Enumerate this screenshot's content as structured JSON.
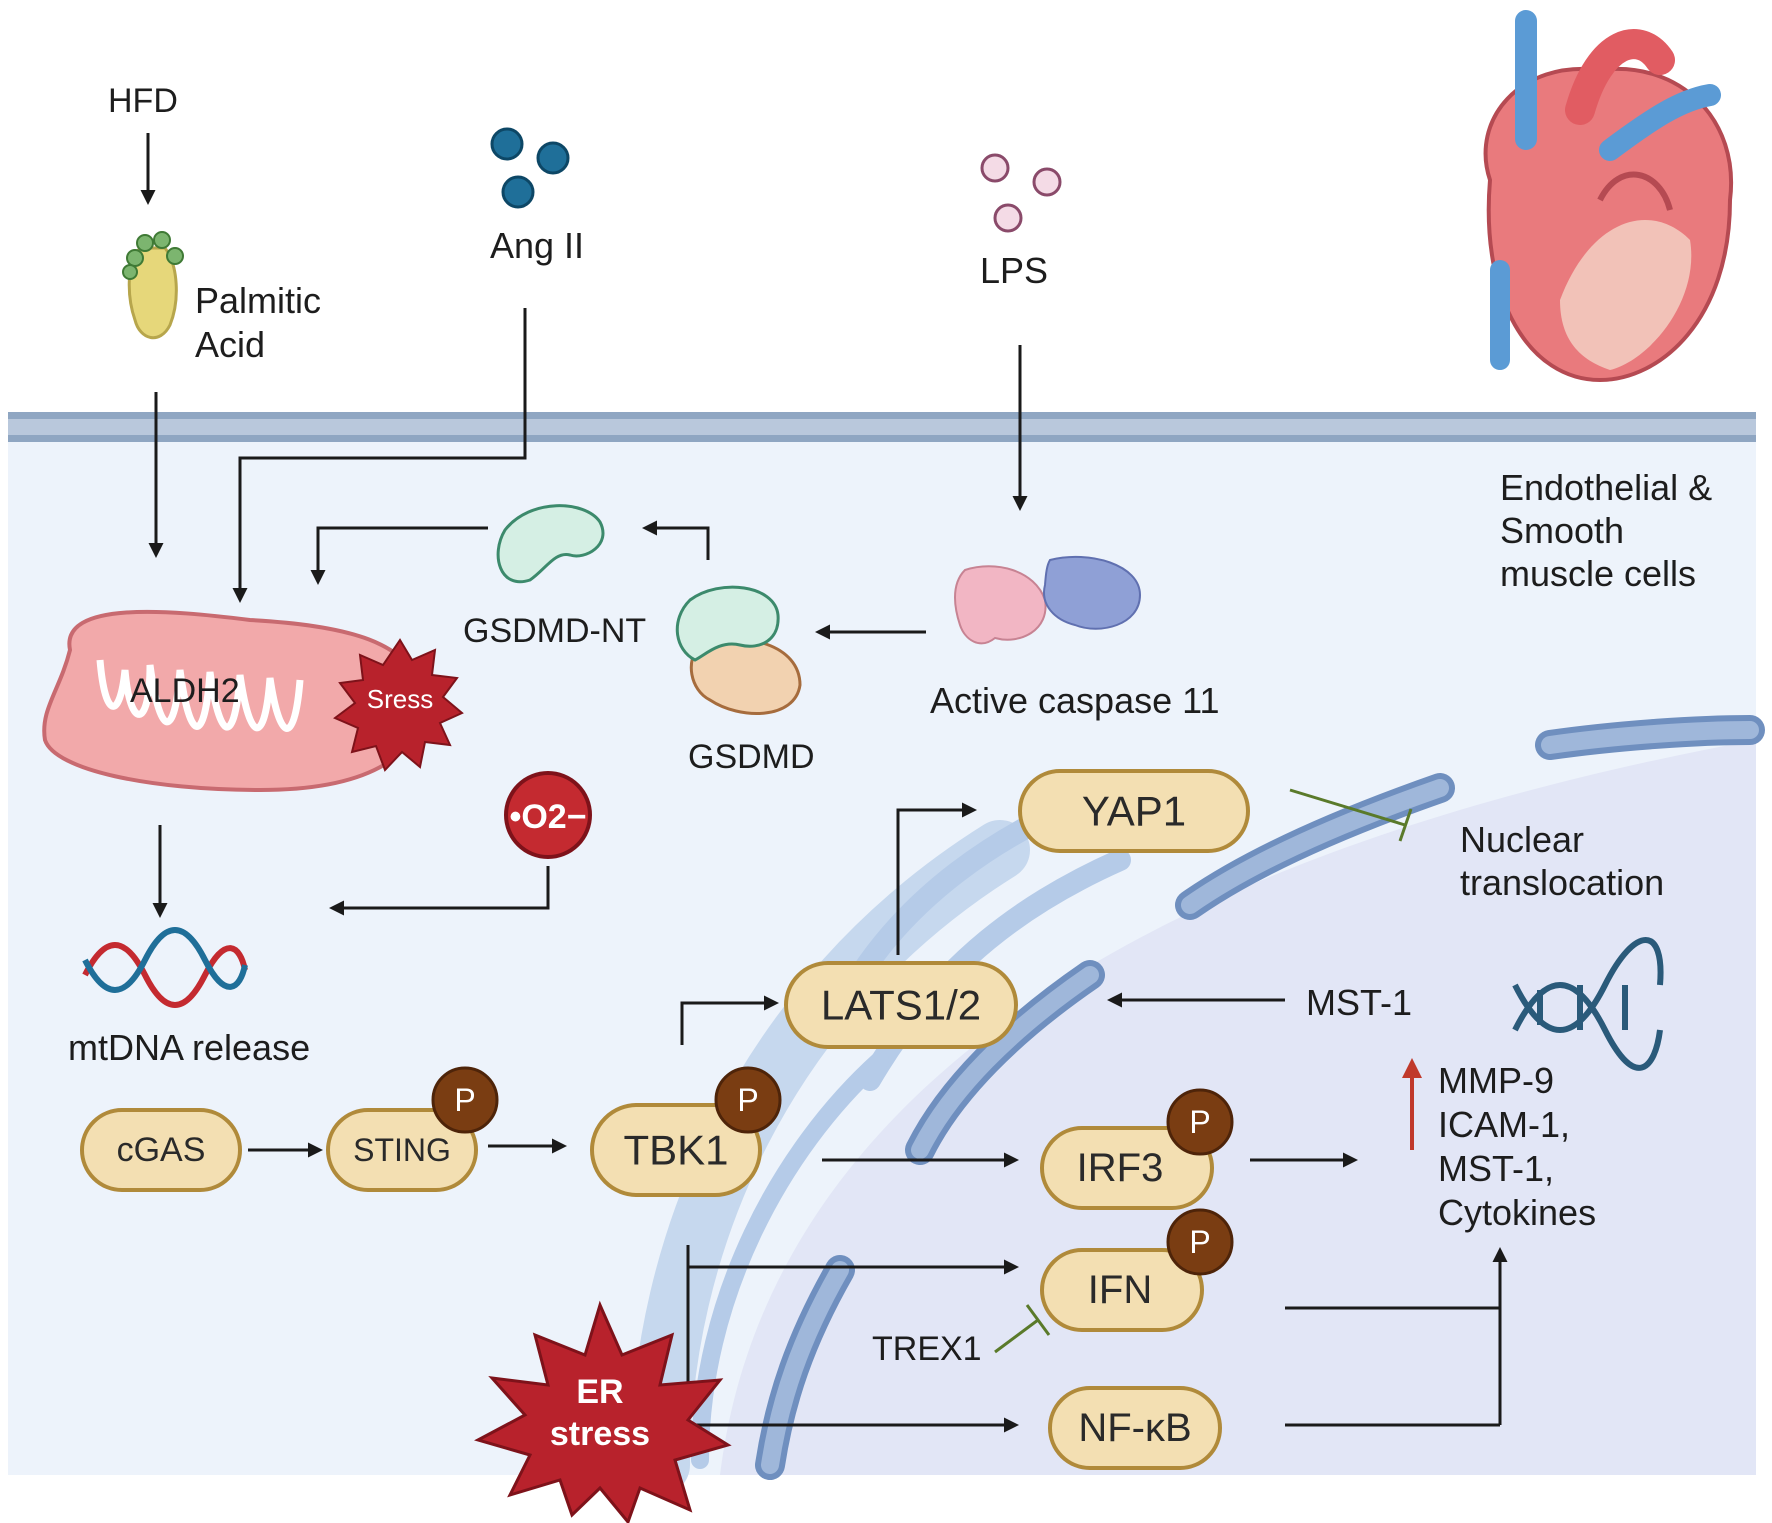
{
  "inputs": {
    "hfd": "HFD",
    "palmitic_line1": "Palmitic",
    "palmitic_line2": "Acid",
    "ang": "Ang II",
    "lps": "LPS"
  },
  "cell_type": {
    "line1": "Endothelial &",
    "line2": "Smooth",
    "line3": "muscle cells"
  },
  "mitochondria": {
    "aldh2": "ALDH2",
    "stress": "Sress"
  },
  "pyroptosis": {
    "gsdmd_nt": "GSDMD-NT",
    "gsdmd": "GSDMD",
    "caspase": "Active caspase 11"
  },
  "ros": {
    "symbol": "•O2−"
  },
  "mtdna": {
    "label": "mtDNA release"
  },
  "nodes": {
    "cgas": "cGAS",
    "sting": "STING",
    "tbk1": "TBK1",
    "lats": "LATS1/2",
    "yap1": "YAP1",
    "irf3": "IRF3",
    "ifn": "IFN",
    "nfkb": "NF-κB",
    "phos": "P"
  },
  "labels": {
    "nuclear_line1": "Nuclear",
    "nuclear_line2": "translocation",
    "mst1": "MST-1",
    "trex1": "TREX1",
    "er_line1": "ER",
    "er_line2": "stress"
  },
  "outputs": {
    "mmp9": "MMP-9",
    "icam": "ICAM-1,",
    "mst1": "MST-1,",
    "cytokines": "Cytokines"
  },
  "colors": {
    "cell_bg": "#edf3fb",
    "membrane": "#8fa6c2",
    "pill_fill": "#f3dfb2",
    "pill_stroke": "#b08a3a",
    "phospho": "#7a3d12",
    "stress_red": "#b8222c",
    "inhibition_green": "#5a7a2a",
    "up_arrow_red": "#c0392b"
  }
}
